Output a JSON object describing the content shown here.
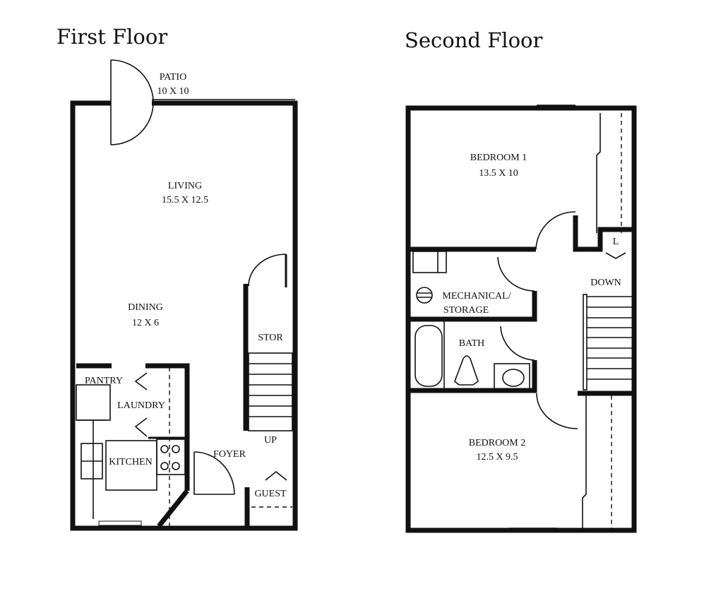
{
  "first_floor": {
    "title": "First Floor",
    "rooms": {
      "patio": {
        "name": "PATIO",
        "size": "10 X 10"
      },
      "living": {
        "name": "LIVING",
        "size": "15.5 X 12.5"
      },
      "dining": {
        "name": "DINING",
        "size": "12 X 6"
      },
      "stor": "STOR",
      "pantry": "PANTRY",
      "laundry": "LAUNDRY",
      "kitchen": "KITCHEN",
      "foyer": "FOYER",
      "up": "UP",
      "guest": "GUEST"
    }
  },
  "second_floor": {
    "title": "Second Floor",
    "rooms": {
      "bedroom1": {
        "name": "BEDROOM 1",
        "size": "13.5 X 10"
      },
      "mechanical": {
        "line1": "MECHANICAL/",
        "line2": "STORAGE"
      },
      "bath": "BATH",
      "down": "DOWN",
      "linen": "L",
      "bedroom2": {
        "name": "BEDROOM 2",
        "size": "12.5 X 9.5"
      }
    }
  }
}
